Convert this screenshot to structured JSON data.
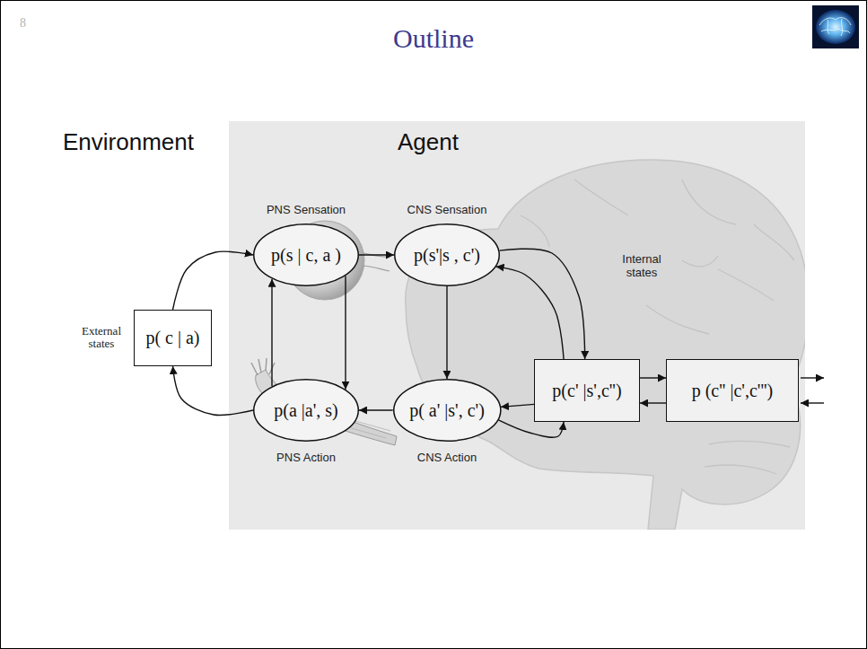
{
  "diagram": {
    "title": "Outline",
    "nodes": [
      {
        "text": [
          "External states",
          "p( c | a)"
        ]
      },
      {
        "text": [
          "PNS Sensation",
          "p(s | c, a )"
        ]
      },
      {
        "text": [
          "CNS Sensation",
          "p(s'|s , c')"
        ]
      },
      {
        "text": [
          "p(c' |s',c'')"
        ]
      },
      {
        "text": [
          "p (c'' |c',c''')"
        ]
      },
      {
        "text": [
          "PNS Action",
          "p(a |a', s)"
        ]
      },
      {
        "text": [
          "CNS Action",
          "p( a' |s', c')"
        ]
      }
    ],
    "edges": [
      {
        "from": 0,
        "to": 1,
        "arrow": "to"
      },
      {
        "from": 1,
        "to": 2,
        "arrow": "to"
      },
      {
        "from": 1,
        "to": 5,
        "arrow": "to"
      },
      {
        "from": 5,
        "to": 1,
        "arrow": "to"
      },
      {
        "from": 2,
        "to": 6,
        "arrow": "to"
      },
      {
        "from": 6,
        "to": 5,
        "arrow": "to"
      },
      {
        "from": 5,
        "to": 0,
        "arrow": "to"
      },
      {
        "from": 2,
        "to": 3,
        "arrow": "to"
      },
      {
        "from": 3,
        "to": 2,
        "arrow": "to"
      },
      {
        "from": 3,
        "to": 6,
        "arrow": "to"
      },
      {
        "from": 6,
        "to": 3,
        "arrow": "to"
      },
      {
        "from": 3,
        "to": 4,
        "arrow": "to"
      },
      {
        "from": 4,
        "to": 3,
        "arrow": "to"
      }
    ],
    "labels": [
      "8",
      "Environment",
      "Agent",
      "Internal states"
    ]
  }
}
